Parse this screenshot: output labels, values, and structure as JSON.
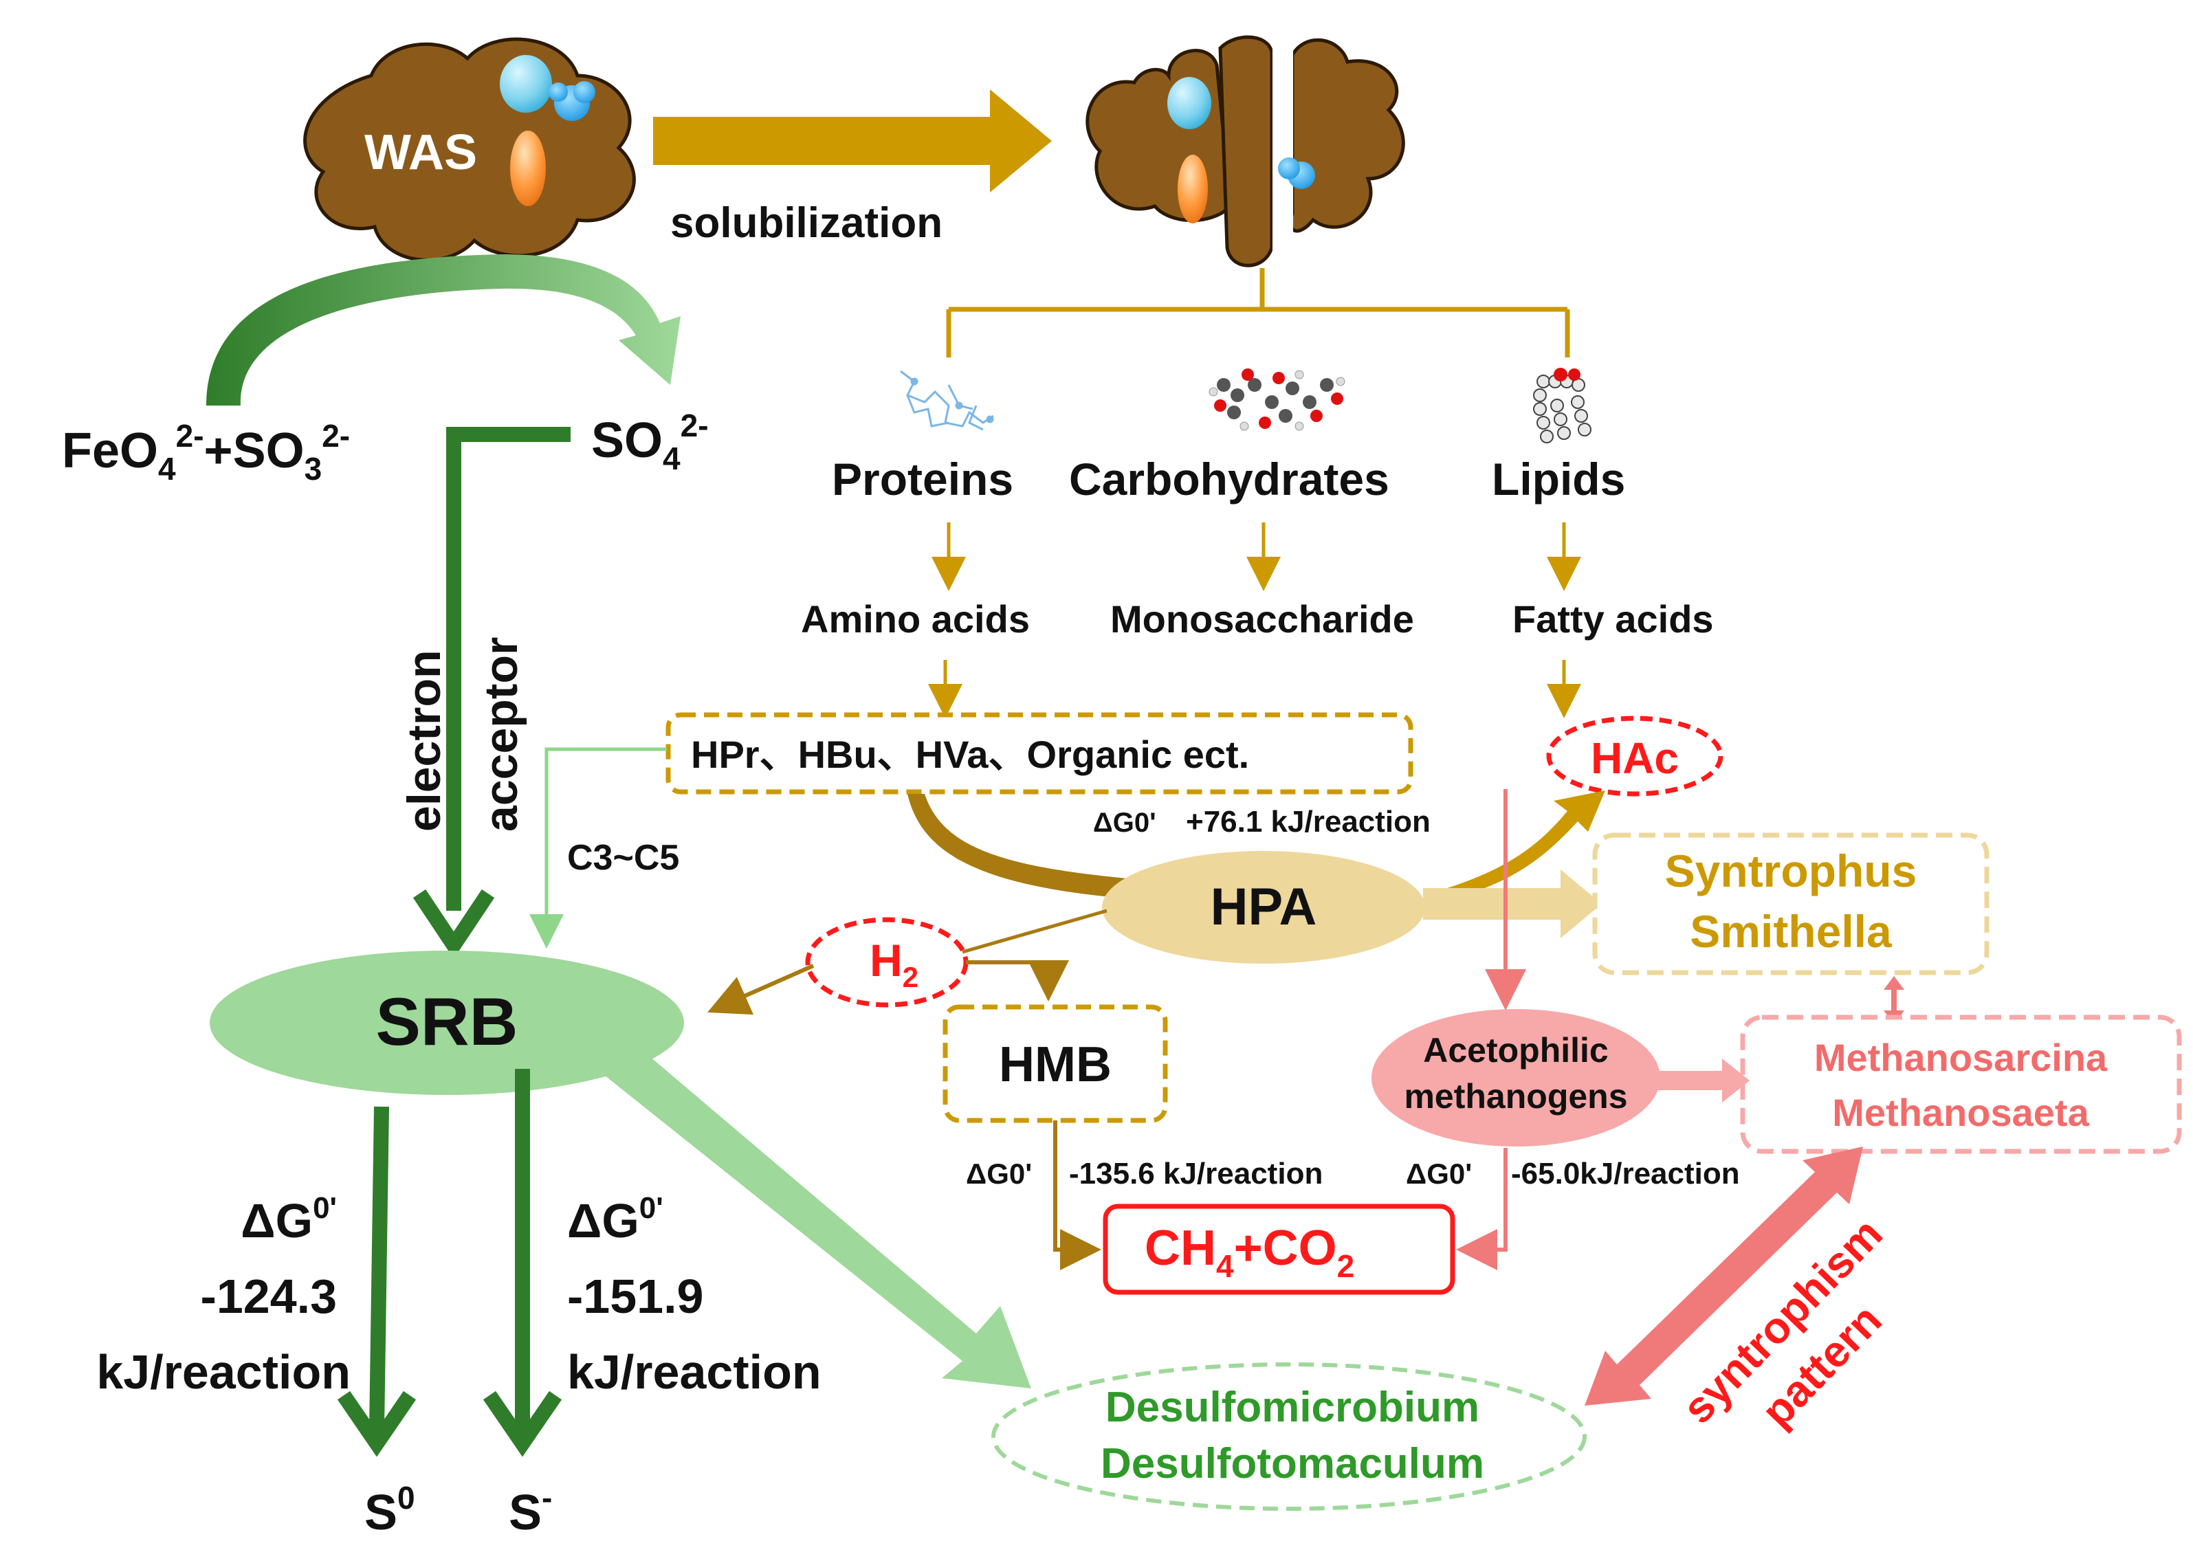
{
  "colors": {
    "gold": "#cc9900",
    "gold_dark": "#a87a10",
    "gold_light": "#eed79b",
    "brown": "#8b5a1a",
    "green_dark": "#2f7d2a",
    "green_mid": "#4aa43d",
    "green_light": "#9ed89a",
    "green_pale": "#c4e8bd",
    "red": "#ff1a1a",
    "salmon": "#f08080",
    "salmon_light": "#f7a8a8",
    "pink_text": "#f26b6b"
  },
  "sludge": {
    "was_label": "WAS",
    "solubilization_label": "solubilization"
  },
  "sulfur": {
    "ferrate": {
      "base": "FeO",
      "sub1": "4",
      "sup1": "2-",
      "plus": "+SO",
      "sub2": "3",
      "sup2": "2-"
    },
    "sulfate": {
      "base": "SO",
      "sub": "4",
      "sup": "2-"
    },
    "electron_label": "electron",
    "acceptor_label": "acceptor",
    "c3c5_label": "C3~C5"
  },
  "macromolecules": {
    "proteins": "Proteins",
    "carbohydrates": "Carbohydrates",
    "lipids": "Lipids",
    "amino_acids": "Amino acids",
    "monosaccharide": "Monosaccharide",
    "fatty_acids": "Fatty acids"
  },
  "intermediates": {
    "vfa_box": "HPr、HBu、HVa、Organic ect.",
    "hac": "HAc",
    "h2": {
      "base": "H",
      "sub": "2"
    },
    "hpa": "HPA",
    "hmb": "HMB",
    "hpa_dg_symbol": "ΔG0'",
    "hpa_dg_value": "+76.1 kJ/reaction"
  },
  "syntrophs": {
    "line1": "Syntrophus",
    "line2": "Smithella"
  },
  "methanogens": {
    "acetophilic_line1": "Acetophilic",
    "acetophilic_line2": "methanogens",
    "genus1": "Methanosarcina",
    "genus2": "Methanosaeta",
    "hmb_dg_symbol": "ΔG0'",
    "hmb_dg_value": "-135.6 kJ/reaction",
    "acet_dg_symbol": "ΔG0'",
    "acet_dg_value": "-65.0kJ/reaction"
  },
  "products": {
    "methane": {
      "ch": "CH",
      "sub1": "4",
      "plus": "+CO",
      "sub2": "2"
    }
  },
  "srb": {
    "label": "SRB",
    "left_dg": {
      "symbol": "ΔG",
      "sup": "0'",
      "value": "-124.3",
      "unit": "kJ/reaction"
    },
    "right_dg": {
      "symbol": "ΔG",
      "sup": "0'",
      "value": "-151.9",
      "unit": "kJ/reaction"
    },
    "s0": {
      "base": "S",
      "sup": "0"
    },
    "sminus": {
      "base": "S",
      "sup": "-"
    },
    "genus1": "Desulfomicrobium",
    "genus2": "Desulfotomaculum"
  },
  "syntrophism": {
    "line1": "syntrophism",
    "line2": "pattern"
  }
}
